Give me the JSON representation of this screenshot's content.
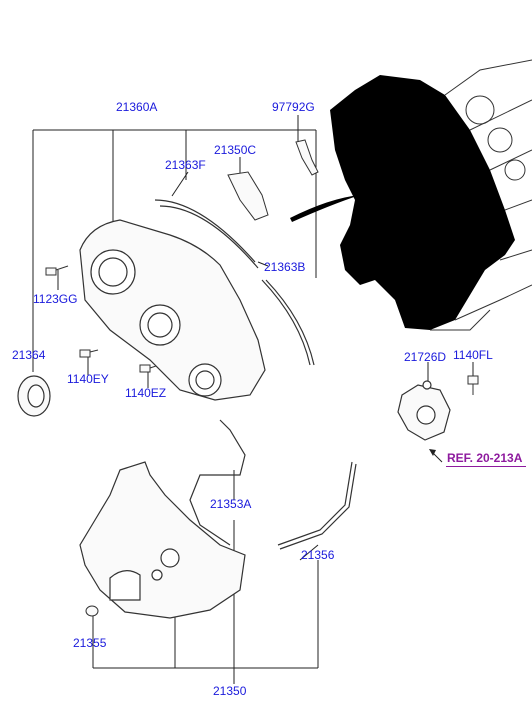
{
  "diagram": {
    "parts": [
      {
        "id": "p21360A",
        "code": "21360A"
      },
      {
        "id": "p97792G",
        "code": "97792G"
      },
      {
        "id": "p21350C",
        "code": "21350C"
      },
      {
        "id": "p21363F",
        "code": "21363F"
      },
      {
        "id": "p21363B",
        "code": "21363B"
      },
      {
        "id": "p1123GG",
        "code": "1123GG"
      },
      {
        "id": "p21364",
        "code": "21364"
      },
      {
        "id": "p1140EY",
        "code": "1140EY"
      },
      {
        "id": "p1140EZ",
        "code": "1140EZ"
      },
      {
        "id": "p21726D",
        "code": "21726D"
      },
      {
        "id": "p1140FL",
        "code": "1140FL"
      },
      {
        "id": "p21353A",
        "code": "21353A"
      },
      {
        "id": "p21356",
        "code": "21356"
      },
      {
        "id": "p21355",
        "code": "21355"
      },
      {
        "id": "p21350",
        "code": "21350"
      }
    ],
    "reference": "REF. 20-213A",
    "colors": {
      "label": "#1a1adc",
      "reference": "#8e1a9e",
      "line": "#222222",
      "engine_fill": "#000000"
    }
  }
}
